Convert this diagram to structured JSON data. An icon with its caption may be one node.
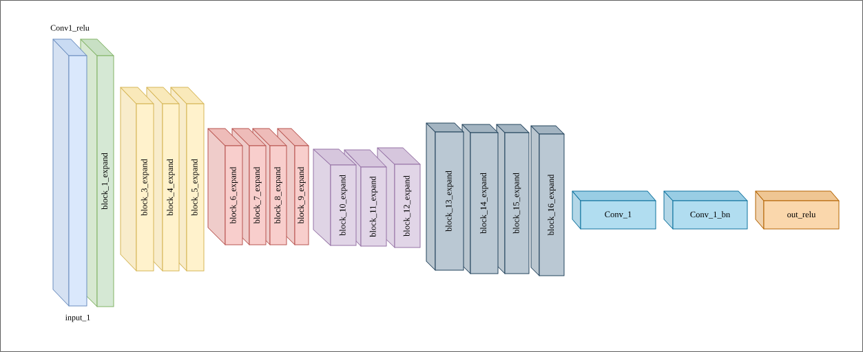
{
  "diagram": {
    "nodes": [
      {
        "text": [
          "Conv1_relu",
          "input_1"
        ]
      },
      {
        "text": [
          "block_1_expand"
        ]
      },
      {
        "text": [
          "block_3_expand"
        ]
      },
      {
        "text": [
          "block_4_expand"
        ]
      },
      {
        "text": [
          "block_5_expand"
        ]
      },
      {
        "text": [
          "block_6_expand"
        ]
      },
      {
        "text": [
          "block_7_expand"
        ]
      },
      {
        "text": [
          "block_8_expand"
        ]
      },
      {
        "text": [
          "block_9_expand"
        ]
      },
      {
        "text": [
          "block_10_expand"
        ]
      },
      {
        "text": [
          "block_11_expand"
        ]
      },
      {
        "text": [
          "block_12_expand"
        ]
      },
      {
        "text": [
          "block_13_expand"
        ]
      },
      {
        "text": [
          "block_14_expand"
        ]
      },
      {
        "text": [
          "block_15_expand"
        ]
      },
      {
        "text": [
          "block_16_expand"
        ]
      },
      {
        "text": [
          "Conv_1"
        ]
      },
      {
        "text": [
          "Conv_1_bn"
        ]
      },
      {
        "text": [
          "out_relu"
        ]
      }
    ]
  }
}
